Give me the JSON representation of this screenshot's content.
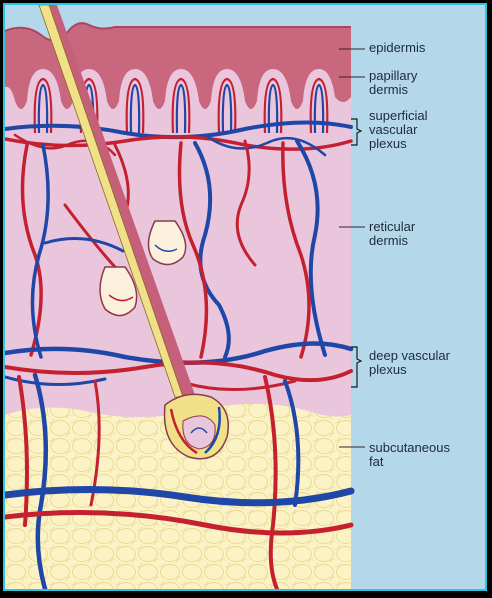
{
  "labels": {
    "epidermis": "epidermis",
    "papillary": "papillary\ndermis",
    "superficial": "superficial\nvascular\nplexus",
    "reticular": "reticular\ndermis",
    "deep": "deep vascular\nplexus",
    "fat": "subcutaneous\nfat"
  },
  "colors": {
    "frame": "#29c6e6",
    "background": "#b5d7ea",
    "epidermis": "#c9677f",
    "dermis": "#eac6dc",
    "fat": "#fbf2c6",
    "artery": "#c42030",
    "vein": "#1e47a8",
    "hair": "#f1e08a"
  }
}
